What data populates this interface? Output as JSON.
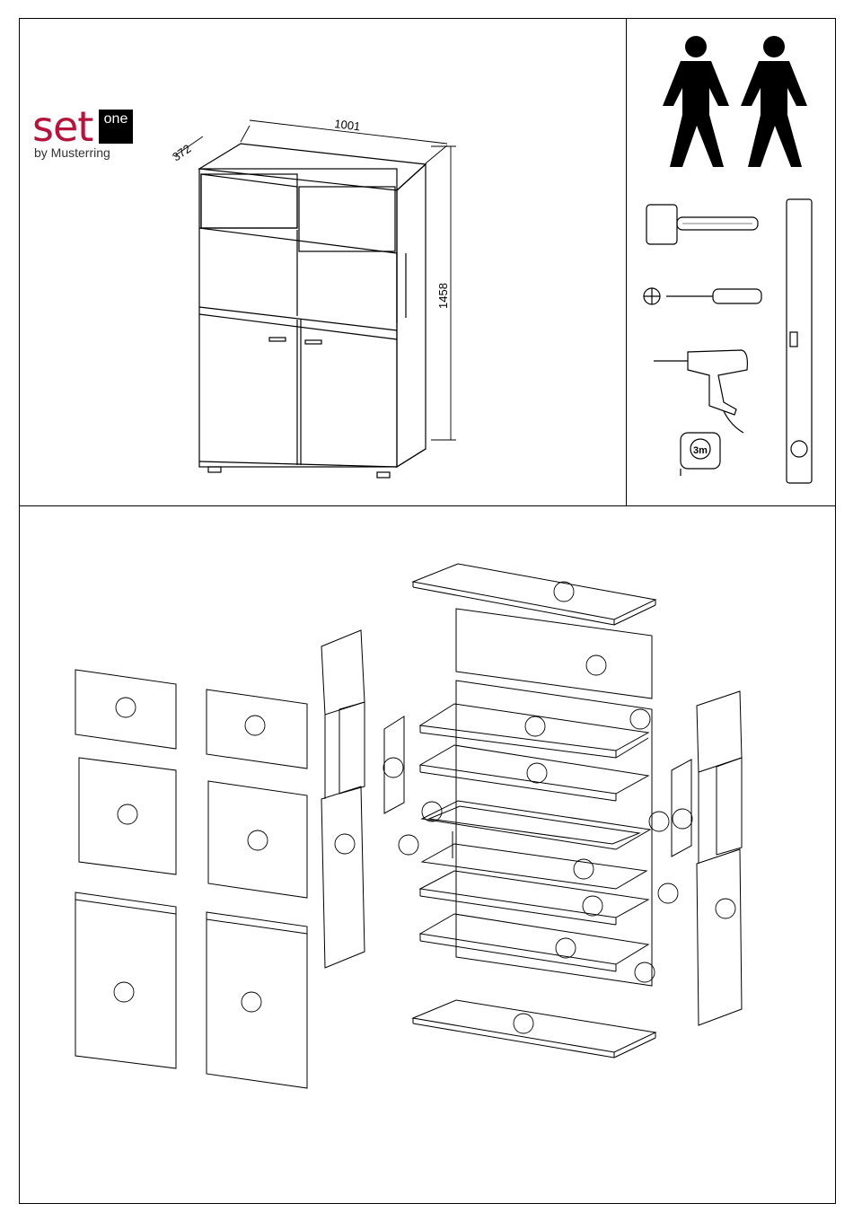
{
  "logo": {
    "brand": "set",
    "badge": "one",
    "byline": "by Musterring"
  },
  "dimensions": {
    "width": "1001",
    "depth": "372",
    "height": "1458"
  },
  "tools": {
    "tape_measure": "3m"
  },
  "colors": {
    "brand": "#b5143c",
    "line": "#000000"
  },
  "icons": [
    "person-icon",
    "person-icon",
    "mallet-icon",
    "phillips-screwdriver-icon",
    "drill-icon",
    "tape-measure-icon",
    "spirit-level-icon"
  ]
}
